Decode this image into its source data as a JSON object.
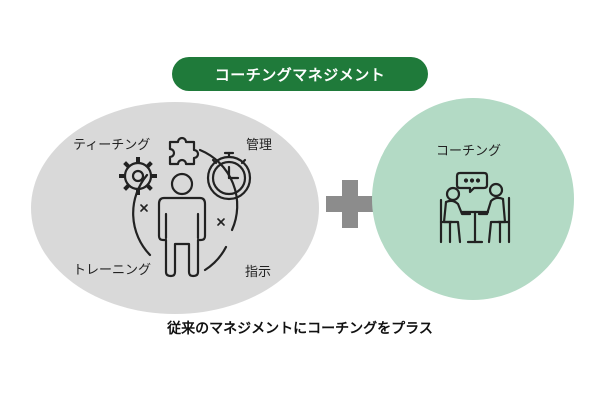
{
  "title": "コーチングマネジメント",
  "left_labels": {
    "teaching": "ティーチング",
    "management": "管理",
    "training": "トレーニング",
    "instruction": "指示"
  },
  "right_label": "コーチング",
  "caption": "従来のマネジメントにコーチングをプラス",
  "icons": {
    "left": [
      "gear-icon",
      "puzzle-icon",
      "stopwatch-icon",
      "person-icon"
    ],
    "right": [
      "meeting-icon",
      "chat-bubble-icon"
    ]
  },
  "colors": {
    "title_bg": "#1f7a3a",
    "title_text": "#ffffff",
    "left_bg": "#d9d9d9",
    "right_bg": "#b3dac5",
    "plus": "#8c8c8c",
    "ink": "#222222"
  }
}
